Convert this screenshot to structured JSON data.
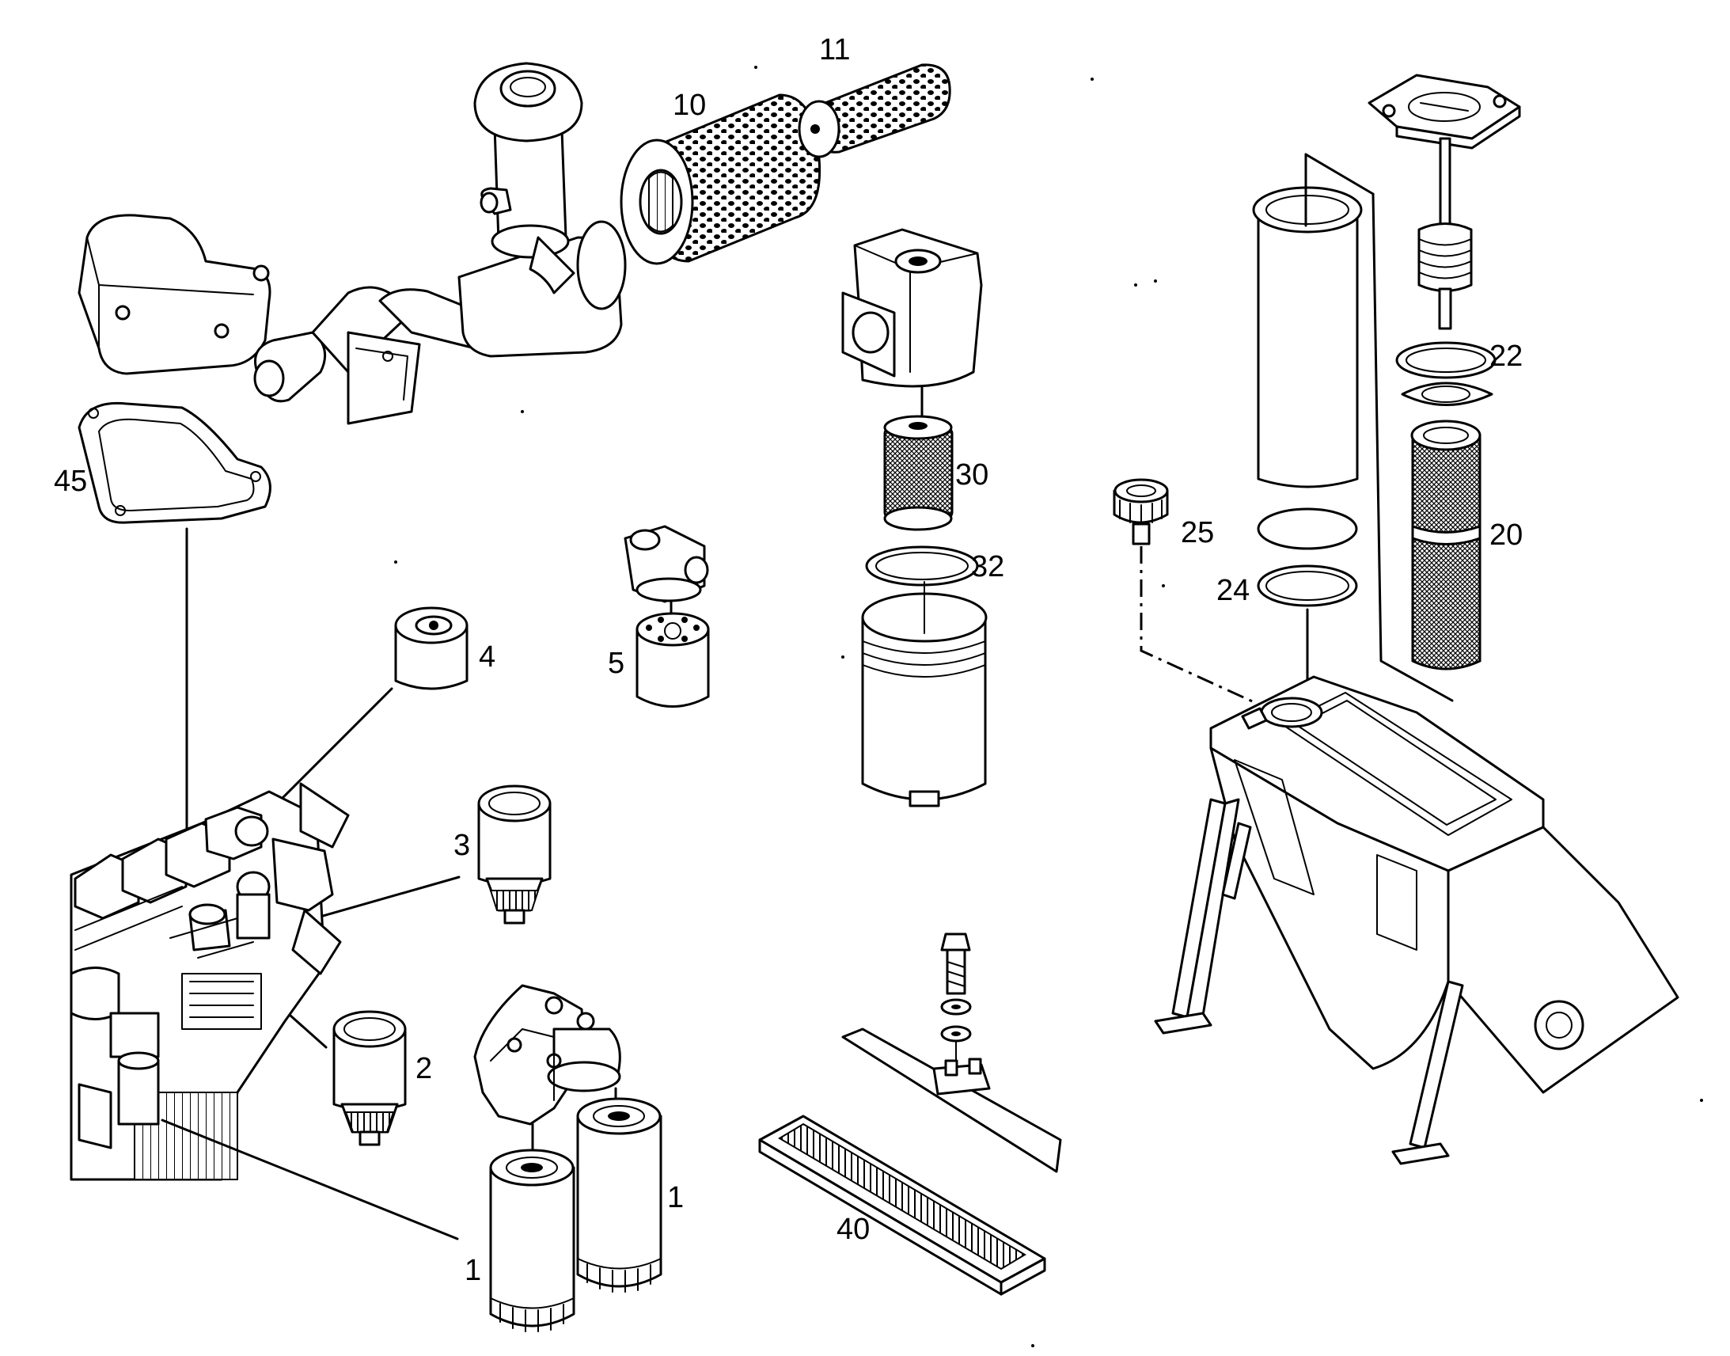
{
  "labels": {
    "l1a": "1",
    "l1b": "1",
    "l2": "2",
    "l3": "3",
    "l4": "4",
    "l5": "5",
    "l10": "10",
    "l11": "11",
    "l20": "20",
    "l22": "22",
    "l24": "24",
    "l25": "25",
    "l30": "30",
    "l32": "32",
    "l40": "40",
    "l45": "45"
  }
}
